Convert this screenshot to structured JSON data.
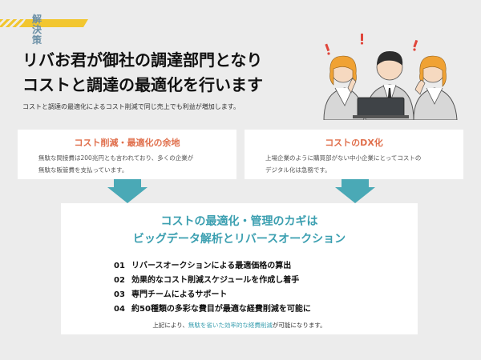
{
  "tag": {
    "label": "解決策"
  },
  "headline": {
    "line1": "リバお君が御社の調達部門となり",
    "line2": "コストと調達の最適化を行います"
  },
  "subtitle": "コストと調達の最適化によるコスト削減で同じ売上でも利益が増加します。",
  "cards": {
    "left": {
      "title": "コスト削減・最適化の余地",
      "line1": "無駄な間接費は200兆円とも言われており、多くの企業が",
      "line2": "無駄な販管費を支払っています。"
    },
    "right": {
      "title": "コストのDX化",
      "line1": "上場企業のように購買部がない中小企業にとってコストの",
      "line2": "デジタル化は急務です。"
    }
  },
  "main": {
    "title_line1": "コストの最適化・管理のカギは",
    "title_line2": "ビッグデータ解析とリバースオークション",
    "items": [
      {
        "num": "01",
        "text": "リバースオークションによる最適価格の算出"
      },
      {
        "num": "02",
        "text": "効果的なコスト削減スケジュールを作成し着手"
      },
      {
        "num": "03",
        "text": "専門チームによるサポート"
      },
      {
        "num": "04",
        "text": "約50種類の多彩な費目が最適な経費削減を可能に"
      }
    ],
    "note_pre": "上記により、",
    "note_highlight": "無駄を省いた効率的な経費削減",
    "note_post": "が可能になります。"
  },
  "colors": {
    "accent_yellow": "#f2c62f",
    "accent_teal": "#3b9fb0",
    "accent_orange": "#e06f4c"
  }
}
